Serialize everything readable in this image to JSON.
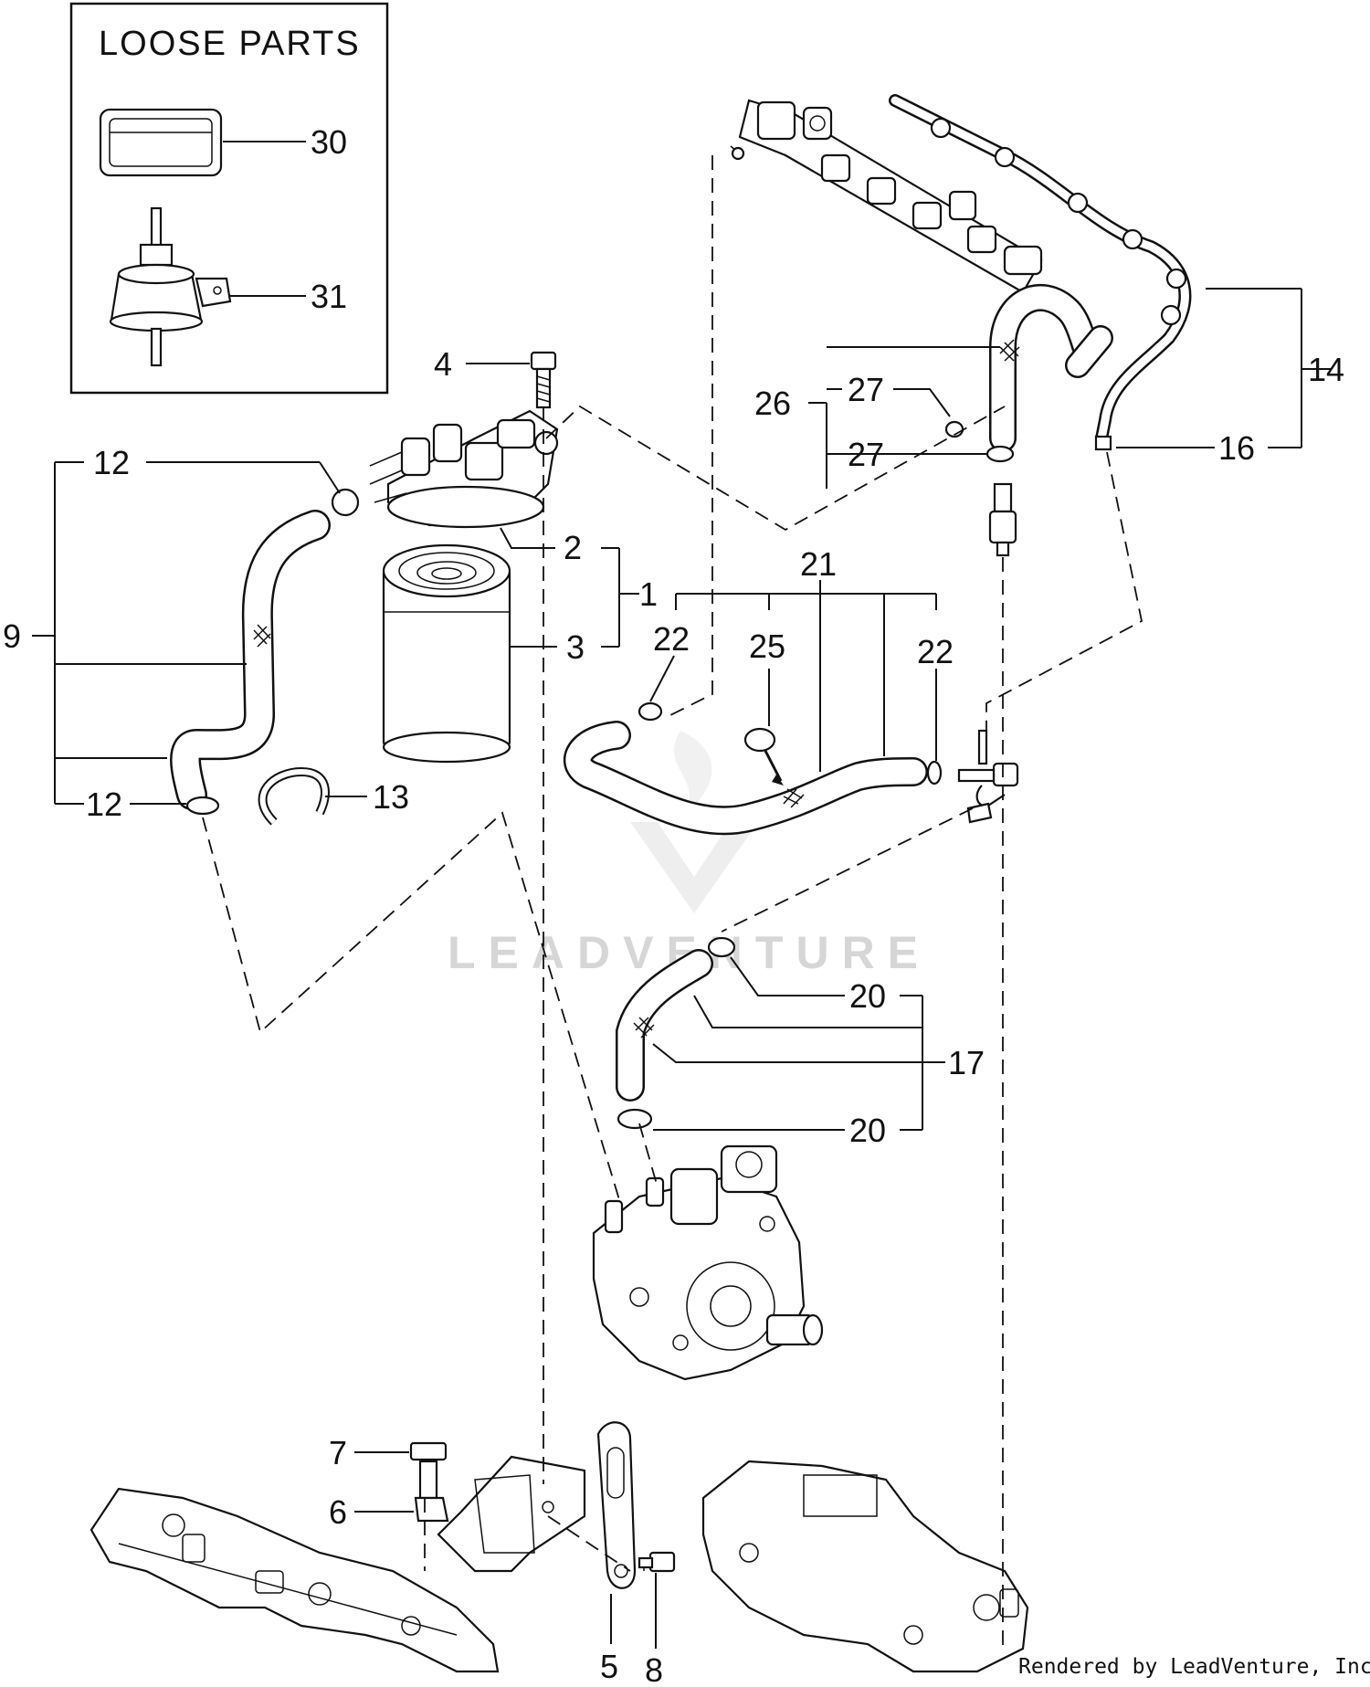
{
  "loose_parts": {
    "title": "LOOSE PARTS"
  },
  "callouts": {
    "c30": "30",
    "c31": "31",
    "c4": "4",
    "c12a": "12",
    "c12b": "12",
    "c9": "9",
    "c2": "2",
    "c1": "1",
    "c3": "3",
    "c13": "13",
    "c21": "21",
    "c22a": "22",
    "c25": "25",
    "c22b": "22",
    "c26": "26",
    "c27a": "27",
    "c27b": "27",
    "c14": "14",
    "c16": "16",
    "c20a": "20",
    "c17": "17",
    "c20b": "20",
    "c7": "7",
    "c6": "6",
    "c5": "5",
    "c8": "8"
  },
  "watermark": "LEADVENTURE",
  "footer": "Rendered by LeadVenture, Inc."
}
